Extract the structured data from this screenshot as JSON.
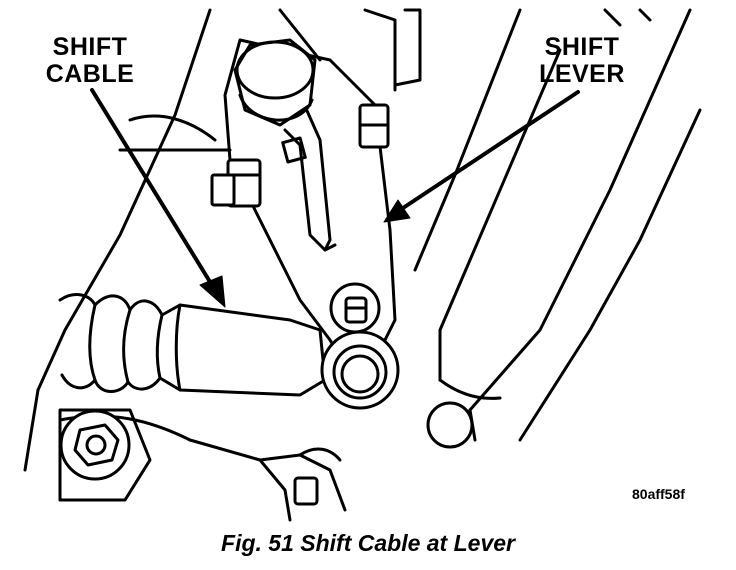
{
  "labels": {
    "shift_cable": [
      "SHIFT",
      "CABLE"
    ],
    "shift_lever": [
      "SHIFT",
      "LEVER"
    ]
  },
  "reference_code": "80aff58f",
  "caption": "Fig. 51 Shift Cable at Lever"
}
